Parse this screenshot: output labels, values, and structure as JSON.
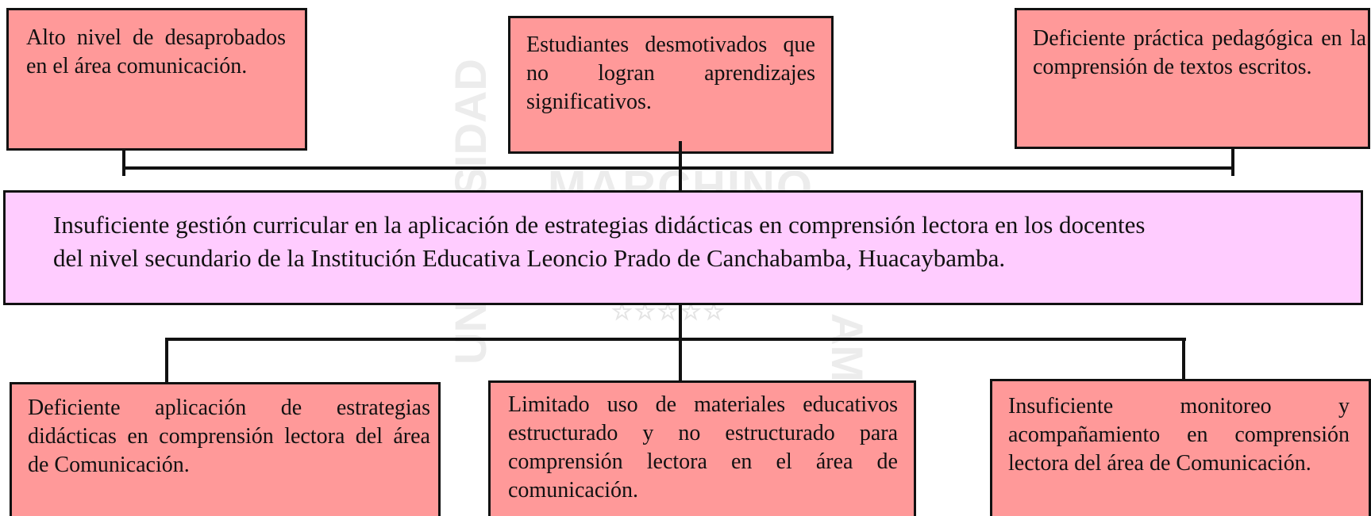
{
  "diagram": {
    "effects": [
      {
        "id": "effect-1",
        "text": "Alto nivel de desaprobados en el área comunicación."
      },
      {
        "id": "effect-2",
        "text": "Estudiantes desmotivados que no logran aprendizajes significativos."
      },
      {
        "id": "effect-3",
        "text": "Deficiente práctica pedagógica en la comprensión de textos escritos."
      }
    ],
    "problem": {
      "line1": "Insuficiente gestión curricular en la aplicación de estrategias didácticas en comprensión lectora en los docentes",
      "line2": "del nivel secundario de la Institución Educativa Leoncio Prado de Canchabamba, Huacaybamba."
    },
    "causes": [
      {
        "id": "cause-1",
        "text": "Deficiente aplicación de estrategias didácticas en comprensión lectora del área de Comunicación."
      },
      {
        "id": "cause-2",
        "text": "Limitado uso de materiales educativos estructurado y no estructurado para comprensión lectora en el área de comunicación."
      },
      {
        "id": "cause-3",
        "text": "Insuficiente monitoreo y acompañamiento en comprensión lectora del área de Comunicación."
      }
    ]
  },
  "watermark": {
    "top_text": "MARCHINO",
    "left_text": "UNIVERSIDAD",
    "right_text": "AMP",
    "stars": "☆☆☆☆☆"
  },
  "colors": {
    "effect_fill": "#ff9999",
    "cause_fill": "#ff9999",
    "problem_fill": "#ffccff",
    "border": "#111111",
    "watermark": "#ececec"
  }
}
